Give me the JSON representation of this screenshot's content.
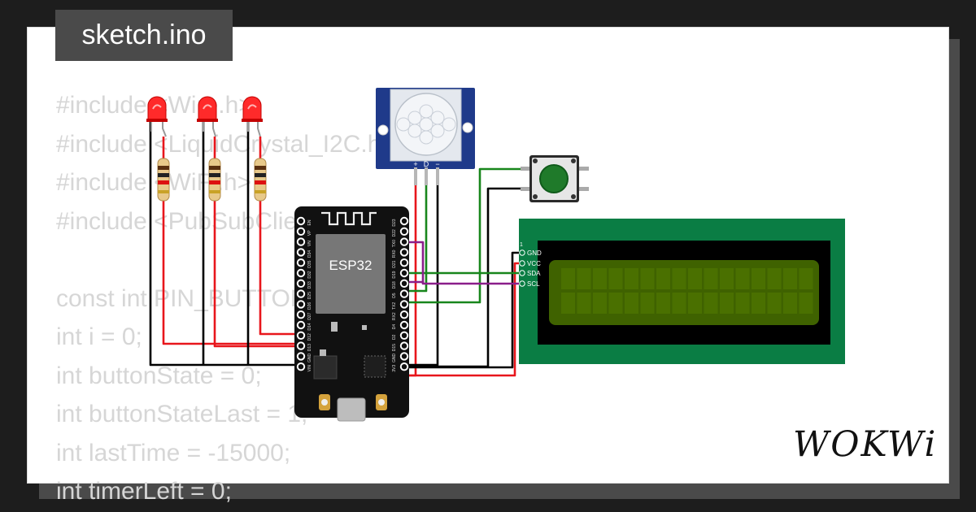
{
  "title": "sketch.ino",
  "code_lines": [
    "#include <Wire.h>",
    "#include <LiquidCrystal_I2C.h>",
    "#include <WiFi.h>",
    "#include <PubSubClient.h>",
    "",
    "const int PIN_BUTTON = 15;",
    "int i = 0;",
    "int buttonState = 0;",
    "int buttonStateLast = 1;",
    "int lastTime = -15000;",
    "int timerLeft = 0;"
  ],
  "esp32": {
    "label": "ESP32",
    "left_pins": [
      "EN",
      "VP",
      "VN",
      "D34",
      "D35",
      "D32",
      "D33",
      "D25",
      "D26",
      "D27",
      "D14",
      "D12",
      "D13",
      "GND",
      "VIN"
    ],
    "right_pins": [
      "D23",
      "D22",
      "TX0",
      "RX0",
      "D21",
      "D19",
      "D18",
      "D5",
      "TX2",
      "RX2",
      "D4",
      "D2",
      "D15",
      "GND",
      "3V3"
    ]
  },
  "pir": {
    "pins": [
      "+",
      "D",
      "−"
    ]
  },
  "lcd": {
    "pin_number": "1",
    "pins": [
      "GND",
      "VCC",
      "SDA",
      "SCL"
    ]
  },
  "brand": "WOKWi",
  "colors": {
    "wire_red": "#e8161c",
    "wire_black": "#000000",
    "wire_green": "#18861c",
    "wire_purple": "#8a1e8a",
    "lcd_board": "#0a7d44",
    "lcd_screen": "#3f6200",
    "pir_board": "#1f3a8a",
    "button_cap": "#1f7a2a",
    "esp32_board": "#111111",
    "led_red": "#ff2a2a"
  }
}
